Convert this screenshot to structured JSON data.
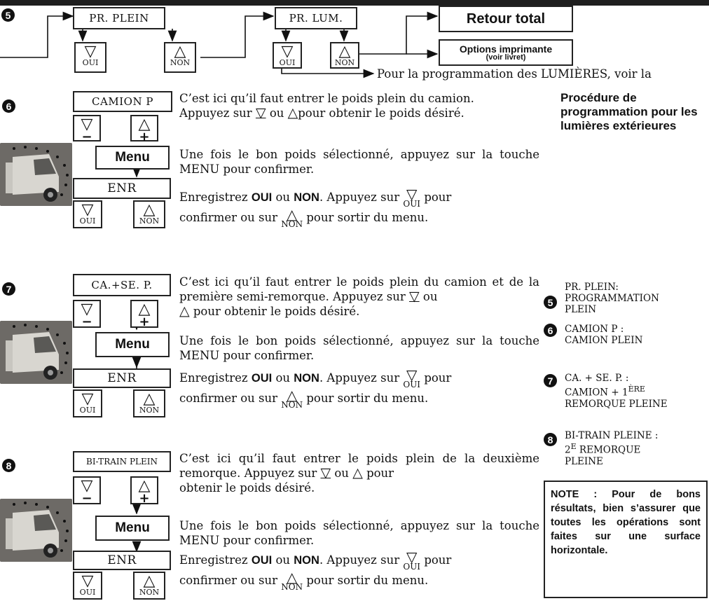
{
  "step5": {
    "number": "5",
    "box1": "PR. PLEIN",
    "oui": "OUI",
    "non": "NON",
    "box2": "PR. LUM.",
    "retour": "Retour total",
    "options_line1": "Options imprimante",
    "options_line2": "(voir livret)",
    "lumieres_text": "Pour la programmation des LUMIÈRES, voir la"
  },
  "step6": {
    "number": "6",
    "box": "CAMION P",
    "text1a": "C’est ici qu’il faut entrer le poids plein du camion.",
    "text1b": "Appuyez sur",
    "text1c": "ou",
    "text1d": "pour obtenir le poids désiré.",
    "menu": "Menu",
    "text2": "Une fois le bon poids sélectionné, appuyez sur la touche MENU pour confirmer.",
    "enr": "ENR",
    "text3a": "Enregistrez",
    "text3_oui": "OUI",
    "text3_or": "ou",
    "text3_non": "NON",
    "text3b": ". Appuyez sur",
    "text3c": "pour",
    "text3d": "confirmer ou sur",
    "text3e": "pour sortir du menu.",
    "side": "Procédure de programmation pour les lumières extérieures"
  },
  "step7": {
    "number": "7",
    "box": "CA.+SE. P.",
    "text1a": "C’est ici qu’il faut entrer le poids plein du camion et de la première semi-remorque. Appuyez sur",
    "text1b": "ou",
    "text1c": "pour obtenir le poids désiré.",
    "menu": "Menu",
    "text2": "Une fois le bon poids sélectionné, appuyez sur la touche MENU pour confirmer.",
    "enr": "ENR"
  },
  "step8": {
    "number": "8",
    "box": "BI-TRAIN PLEIN",
    "text1a": "C’est ici qu’il faut entrer le poids plein de la deuxième remorque. Appuyez sur",
    "text1b": "ou",
    "text1c": "pour",
    "text1d": "obtenir le poids désiré.",
    "menu": "Menu",
    "text2": "Une fois le bon poids sélectionné, appuyez sur la touche MENU pour confirmer.",
    "enr": "ENR"
  },
  "legend": {
    "l5a": "PR. PLEIN:",
    "l5b": "PROGRAMMATION",
    "l5c": "PLEIN",
    "l6a": "CAMION P :",
    "l6b": "CAMION PLEIN",
    "l7a": "CA. + SE. P. :",
    "l7b": "CAMION + 1",
    "l7sup": "ère",
    "l7c": "REMORQUE PLEINE",
    "l8a": "BI-TRAIN PLEINE :",
    "l8b": "2",
    "l8sup": "e",
    "l8c": "REMORQUE",
    "l8d": "PLEINE"
  },
  "note": "NOTE : Pour de bons résultats, bien s’assurer que toutes les opérations sont faites sur une surface horizontale.",
  "symbols": {
    "down": "▽",
    "up": "△",
    "minus": "−",
    "plus": "+"
  }
}
